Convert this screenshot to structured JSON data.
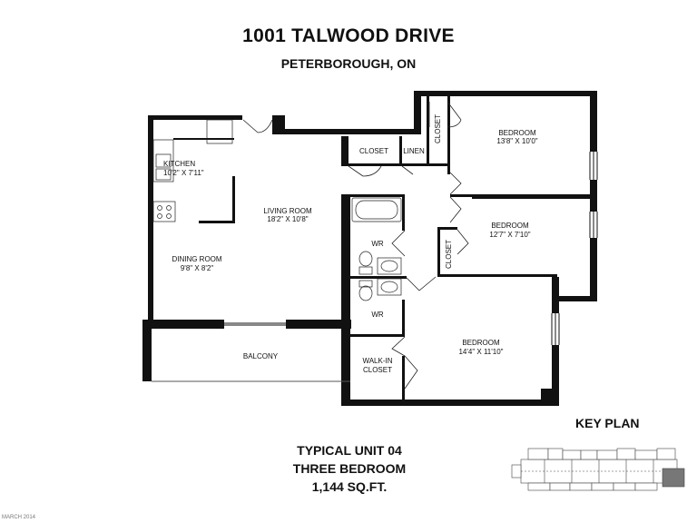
{
  "header": {
    "title": "1001 TALWOOD DRIVE",
    "subtitle": "PETERBOROUGH, ON"
  },
  "rooms": {
    "kitchen": {
      "name": "KITCHEN",
      "dims": "10'2\" X 7'11\""
    },
    "living": {
      "name": "LIVING ROOM",
      "dims": "18'2\" X 10'8\""
    },
    "dining": {
      "name": "DINING ROOM",
      "dims": "9'8\" X 8'2\""
    },
    "balcony": {
      "name": "BALCONY"
    },
    "bedroom1": {
      "name": "BEDROOM",
      "dims": "13'8\" X 10'0\""
    },
    "bedroom2": {
      "name": "BEDROOM",
      "dims": "12'7\" X 7'10\""
    },
    "bedroom3": {
      "name": "BEDROOM",
      "dims": "14'4\" X 11'10\""
    },
    "closet_hall": {
      "name": "CLOSET"
    },
    "linen": {
      "name": "LINEN"
    },
    "closet_bed1": {
      "name": "CLOSET"
    },
    "closet_bed2": {
      "name": "CLOSET"
    },
    "wr1": {
      "name": "WR"
    },
    "wr2": {
      "name": "WR"
    },
    "walkin_line1": "WALK-IN",
    "walkin_line2": "CLOSET"
  },
  "summary": {
    "line1": "TYPICAL UNIT 04",
    "line2": "THREE BEDROOM",
    "line3": "1,144 SQ.FT."
  },
  "key_plan": {
    "label": "KEY PLAN"
  },
  "footer": {
    "date": "MARCH 2014"
  },
  "colors": {
    "wall": "#111111",
    "highlight": "#777777"
  }
}
